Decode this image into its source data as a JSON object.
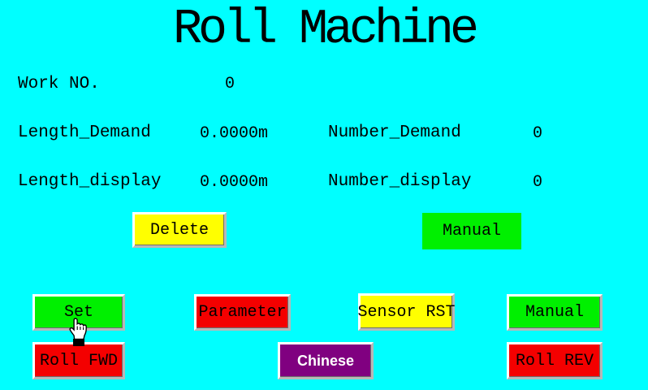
{
  "screen": {
    "title": "Roll Machine",
    "background_color": "#00ffff"
  },
  "fields": {
    "work_no": {
      "label": "Work NO.",
      "value": "0"
    },
    "length_demand": {
      "label": "Length_Demand",
      "value": "0.0000m"
    },
    "number_demand": {
      "label": "Number_Demand",
      "value": "0"
    },
    "length_display": {
      "label": "Length_display",
      "value": "0.0000m"
    },
    "number_display": {
      "label": "Number_display",
      "value": "0"
    }
  },
  "buttons": {
    "delete": {
      "label": "Delete",
      "color": "#ffff00"
    },
    "manual_indicator": {
      "label": "Manual",
      "color": "#00f000"
    },
    "set": {
      "label": "Set",
      "color": "#00f000"
    },
    "parameter": {
      "label": "Parameter",
      "color": "#f40000"
    },
    "sensor_rst": {
      "label": "Sensor RST",
      "color": "#ffff00"
    },
    "manual": {
      "label": "Manual",
      "color": "#00f000"
    },
    "roll_fwd": {
      "label": "Roll FWD",
      "color": "#f40000"
    },
    "chinese": {
      "label": "Chinese",
      "color": "#800080",
      "text_color": "#ffffff"
    },
    "roll_rev": {
      "label": "Roll REV",
      "color": "#f40000"
    }
  },
  "cursor": {
    "type": "hand-pointer",
    "over": "set-button"
  }
}
